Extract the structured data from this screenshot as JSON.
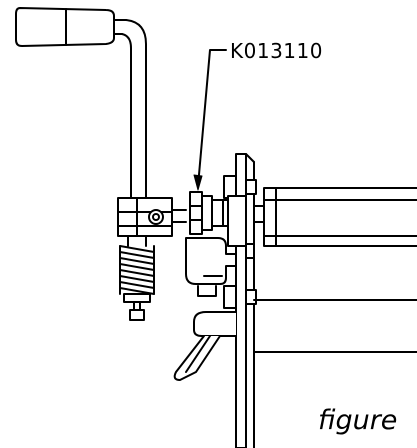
{
  "drawing": {
    "part_callout": "K013110",
    "caption": "figure"
  },
  "icons": {
    "handle": "lever-handle",
    "spring": "compression-spring",
    "cylinder": "actuator-cylinder",
    "plate": "mounting-plate",
    "pedal": "foot-pedal"
  },
  "colors": {
    "line": "#000000",
    "background": "#ffffff"
  }
}
